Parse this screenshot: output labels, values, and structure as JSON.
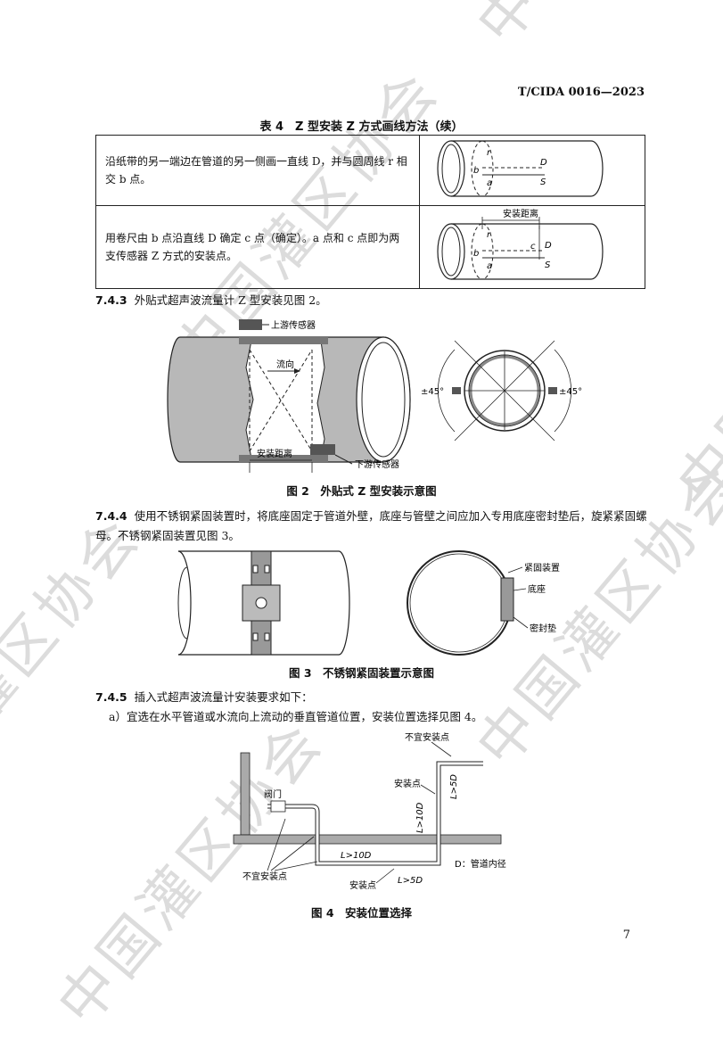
{
  "header": {
    "standard_no": "T/CIDA 0016—2023"
  },
  "table4": {
    "title": "表 4　Z 型安装 Z 方式画线方法（续）",
    "rows": [
      {
        "text": "沿纸带的另一端边在管道的另一侧画一直线 D，并与圆周线 r 相交 b 点。"
      },
      {
        "text": "用卷尺由 b 点沿直线 D 确定 c 点（确定）。a 点和 c 点即为两支传感器 Z 方式的安装点。"
      }
    ],
    "labels": {
      "r": "r",
      "b": "b",
      "a": "a",
      "c": "c",
      "D": "D",
      "S": "S",
      "install_distance": "安装距离"
    }
  },
  "s743": {
    "no": "7.4.3",
    "text": "外贴式超声波流量计 Z 型安装见图 2。"
  },
  "fig2": {
    "caption": "图 2　外贴式 Z 型安装示意图",
    "labels": {
      "upstream": "上游传感器",
      "flow": "流向",
      "install_distance": "安装距离",
      "downstream": "下游传感器",
      "angle_left": "±45°",
      "angle_right": "±45°"
    }
  },
  "s744": {
    "no": "7.4.4",
    "text": "使用不锈钢紧固装置时，将底座固定于管道外壁，底座与管壁之间应加入专用底座密封垫后，旋紧紧固螺母。不锈钢紧固装置见图 3。"
  },
  "fig3": {
    "caption": "图 3　不锈钢紧固装置示意图",
    "labels": {
      "clamp": "紧固装置",
      "base": "底座",
      "gasket": "密封垫"
    }
  },
  "s745": {
    "no": "7.4.5",
    "text": "插入式超声波流量计安装要求如下："
  },
  "s745a": {
    "text": "a）宜选在水平管道或水流向上流动的垂直管道位置，安装位置选择见图 4。"
  },
  "fig4": {
    "caption": "图 4　安装位置选择",
    "labels": {
      "not_suitable_top": "不宜安装点",
      "valve": "阀门",
      "install_point_v": "安装点",
      "l5d_v": "L>5D",
      "l10d_v": "L>10D",
      "l10d_h": "L>10D",
      "d_note": "D：管道内径",
      "not_suitable_bottom": "不宜安装点",
      "install_point_h": "安装点",
      "l5d_h": "L>5D"
    }
  },
  "watermark": {
    "text": "中国灌区协会"
  },
  "footer": {
    "page_number": "7"
  }
}
